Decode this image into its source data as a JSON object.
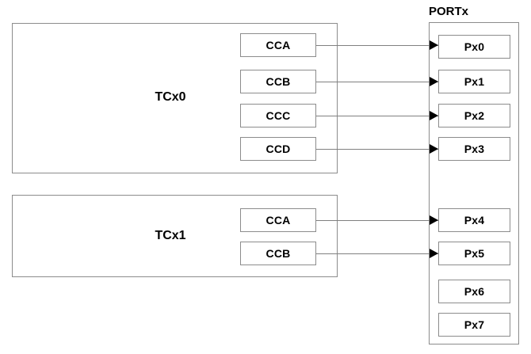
{
  "diagram": {
    "title_portx": "PORTx",
    "timer_blocks": [
      {
        "name": "tcx0",
        "label": "TCx0",
        "channels": [
          {
            "label": "CCA",
            "connects_to": "Px0"
          },
          {
            "label": "CCB",
            "connects_to": "Px1"
          },
          {
            "label": "CCC",
            "connects_to": "Px2"
          },
          {
            "label": "CCD",
            "connects_to": "Px3"
          }
        ]
      },
      {
        "name": "tcx1",
        "label": "TCx1",
        "channels": [
          {
            "label": "CCA",
            "connects_to": "Px4"
          },
          {
            "label": "CCB",
            "connects_to": "Px5"
          }
        ]
      }
    ],
    "port_pins": [
      {
        "label": "Px0",
        "connected": true
      },
      {
        "label": "Px1",
        "connected": true
      },
      {
        "label": "Px2",
        "connected": true
      },
      {
        "label": "Px3",
        "connected": true
      },
      {
        "label": "Px4",
        "connected": true
      },
      {
        "label": "Px5",
        "connected": true
      },
      {
        "label": "Px6",
        "connected": false
      },
      {
        "label": "Px7",
        "connected": false
      }
    ],
    "colors": {
      "box_border": "#8c8c8c",
      "wire": "#808080",
      "arrow": "#000000",
      "text": "#000000",
      "background": "#ffffff"
    }
  }
}
